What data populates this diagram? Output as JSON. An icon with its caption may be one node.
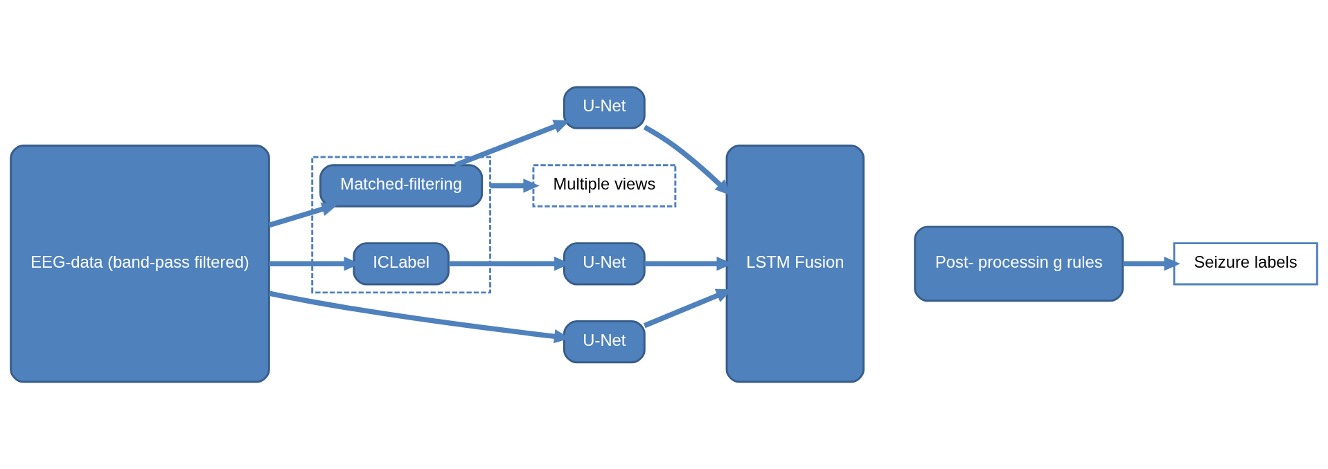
{
  "diagram": {
    "nodes": [
      {
        "text": [
          "EEG-data (band-pass filtered)"
        ]
      },
      {
        "text": [],
        "shape": "box"
      },
      {
        "text": [
          "Matched-filtering"
        ],
        "in": 1
      },
      {
        "text": [
          "ICLabel"
        ],
        "in": 1
      },
      {
        "text": [
          "U-Net"
        ]
      },
      {
        "text": [
          "U-Net"
        ]
      },
      {
        "text": [
          "U-Net"
        ]
      },
      {
        "text": [
          "LSTM Fusion"
        ]
      },
      {
        "text": [
          "Post- processin g rules"
        ]
      },
      {
        "text": [
          "Seizure labels"
        ]
      },
      {
        "text": [
          "Multiple views"
        ]
      }
    ],
    "edges": [
      {
        "from": 0,
        "to": 2,
        "arrow": "to"
      },
      {
        "from": 0,
        "to": 3,
        "arrow": "to"
      },
      {
        "from": 0,
        "to": 6,
        "arrow": "to"
      },
      {
        "from": 2,
        "to": 4,
        "arrow": "to"
      },
      {
        "from": 3,
        "to": 5,
        "arrow": "to"
      },
      {
        "from": 4,
        "to": 7,
        "arrow": "to"
      },
      {
        "from": 5,
        "to": 7,
        "arrow": "to"
      },
      {
        "from": 6,
        "to": 7,
        "arrow": "to"
      },
      {
        "from": 8,
        "to": 9,
        "arrow": "to"
      },
      {
        "from": 1,
        "to": 10,
        "arrow": "to"
      }
    ]
  }
}
